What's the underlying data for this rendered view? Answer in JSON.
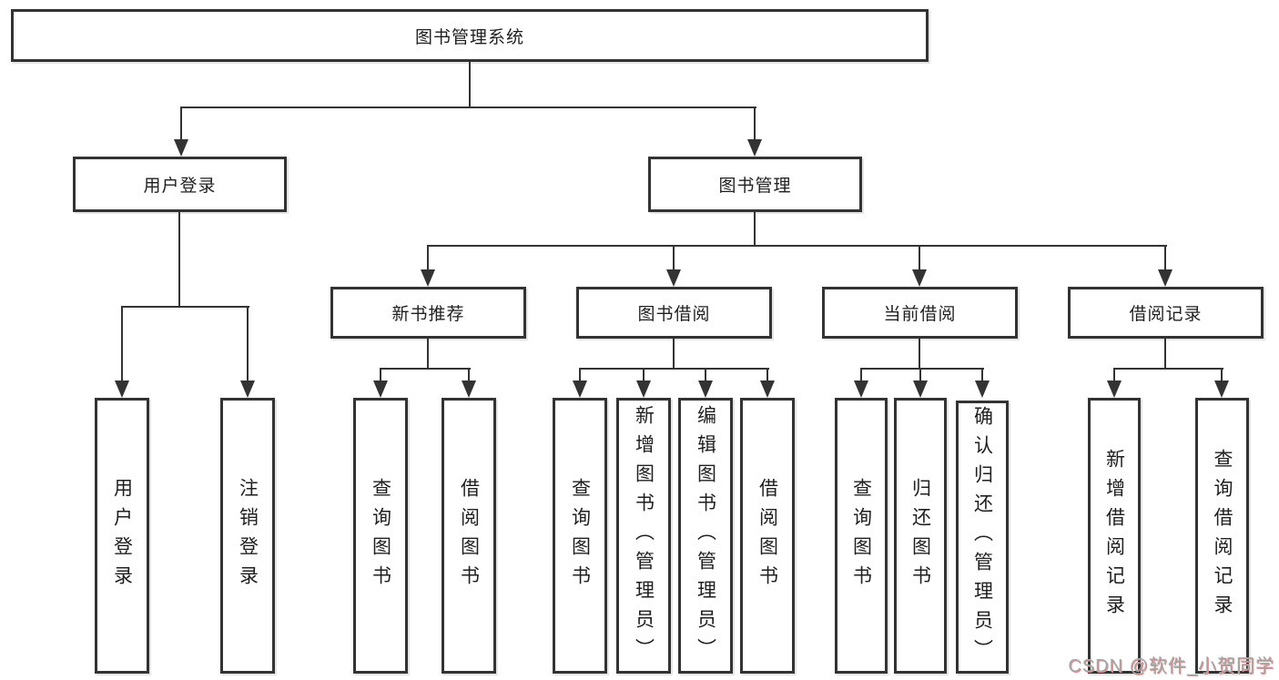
{
  "title": "图书管理系统",
  "level2": [
    "用户登录",
    "图书管理"
  ],
  "level3": [
    "新书推荐",
    "图书借阅",
    "当前借阅",
    "借阅记录"
  ],
  "leaves": {
    "user_login": [
      "用户登录",
      "注销登录"
    ],
    "new_book": [
      "查询图书",
      "借阅图书"
    ],
    "borrow": [
      "查询图书",
      "新增图书（管理员）",
      "编辑图书（管理员）",
      "借阅图书"
    ],
    "current": [
      "查询图书",
      "归还图书",
      "确认归还（管理员）"
    ],
    "records": [
      "新增借阅记录",
      "查询借阅记录"
    ]
  },
  "watermark": "CSDN @软件_小贺同学",
  "colors": {
    "line": "#333333",
    "text": "#1f1f1f",
    "background": "#ffffff",
    "watermark": "#a6a6a6",
    "watermark_shadow": "#d98f8f"
  }
}
